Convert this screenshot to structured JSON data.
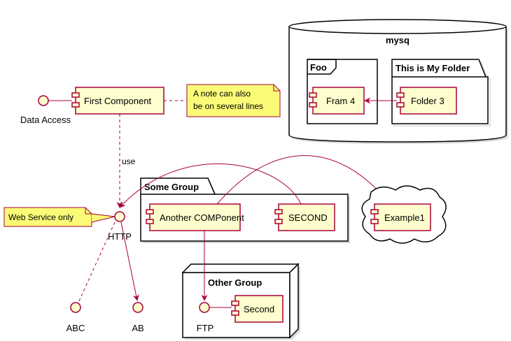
{
  "interfaces": {
    "data_access": "Data Access",
    "http": "HTTP",
    "abc": "ABC",
    "ab": "AB",
    "ftp": "FTP"
  },
  "components": {
    "first_component": "First Component",
    "fram4": "Fram 4",
    "folder3": "Folder 3",
    "another_component": "Another COMPonent",
    "second_upper": "SECOND",
    "example1": "Example1",
    "second": "Second"
  },
  "containers": {
    "mysq": "mysq",
    "foo": "Foo",
    "my_folder": "This is My Folder",
    "some_group": "Some Group",
    "other_group": "Other Group"
  },
  "notes": {
    "first_note_line1": "A note can also",
    "first_note_line2": "be on several lines",
    "web_service_note": "Web Service only"
  },
  "edge_labels": {
    "use": "use"
  },
  "colors": {
    "component_fill": "#FEFECE",
    "component_border": "#A80036",
    "note_fill": "#FBFB77",
    "edge": "#A80036"
  }
}
